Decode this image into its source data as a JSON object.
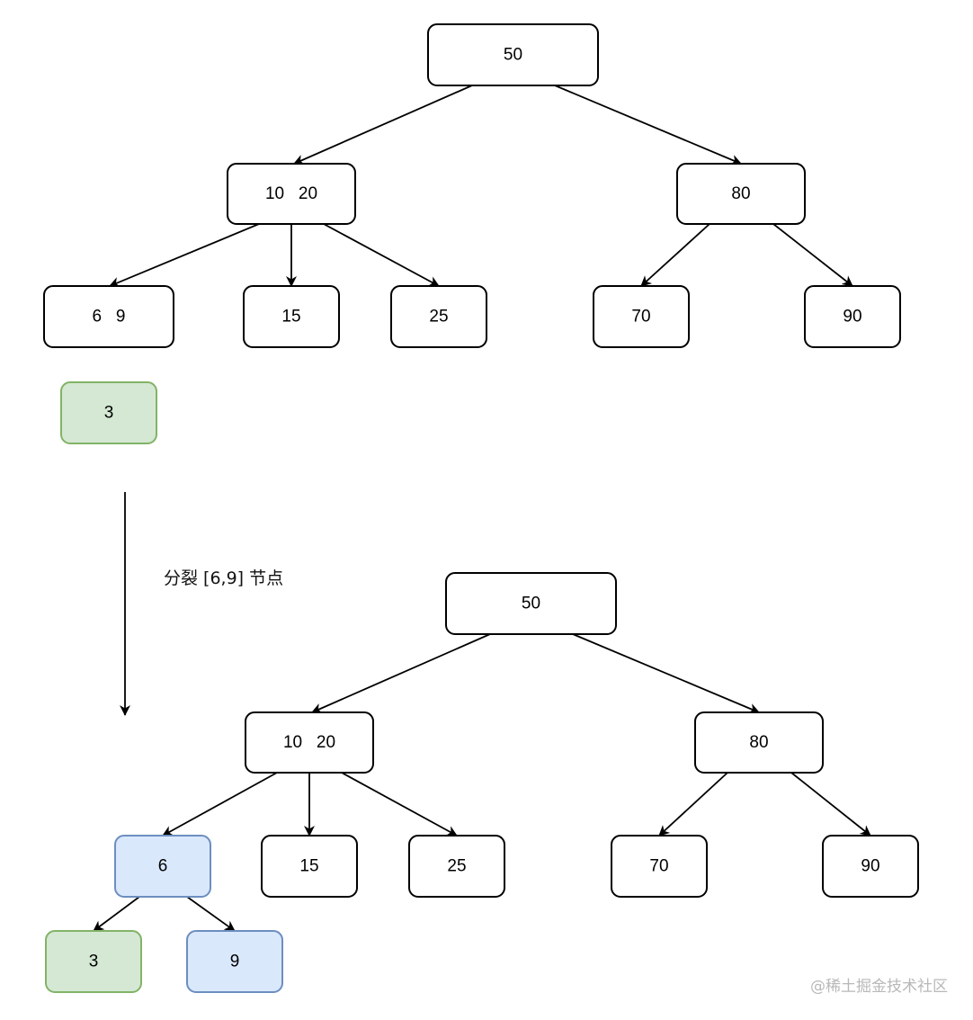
{
  "styles": {
    "default": {
      "fill": "#ffffff",
      "stroke": "#000000"
    },
    "inserted": {
      "fill": "#d5e8d4",
      "stroke": "#82b366"
    },
    "split": {
      "fill": "#dae8fc",
      "stroke": "#6c8ebf"
    }
  },
  "before_tree": {
    "nodes": [
      {
        "id": "b50",
        "label": "50",
        "style": "default"
      },
      {
        "id": "b1020",
        "label": "10   20",
        "style": "default"
      },
      {
        "id": "b80",
        "label": "80",
        "style": "default"
      },
      {
        "id": "b69",
        "label": "6   9",
        "style": "default"
      },
      {
        "id": "b15",
        "label": "15",
        "style": "default"
      },
      {
        "id": "b25",
        "label": "25",
        "style": "default"
      },
      {
        "id": "b70",
        "label": "70",
        "style": "default"
      },
      {
        "id": "b90",
        "label": "90",
        "style": "default"
      },
      {
        "id": "b3",
        "label": "3",
        "style": "inserted"
      }
    ],
    "edges": [
      {
        "from": "b50",
        "to": "b1020"
      },
      {
        "from": "b50",
        "to": "b80"
      },
      {
        "from": "b1020",
        "to": "b69"
      },
      {
        "from": "b1020",
        "to": "b15"
      },
      {
        "from": "b1020",
        "to": "b25"
      },
      {
        "from": "b80",
        "to": "b70"
      },
      {
        "from": "b80",
        "to": "b90"
      }
    ]
  },
  "transition": {
    "caption": "分裂 [6,9] 节点"
  },
  "after_tree": {
    "nodes": [
      {
        "id": "a50",
        "label": "50",
        "style": "default"
      },
      {
        "id": "a1020",
        "label": "10   20",
        "style": "default"
      },
      {
        "id": "a80",
        "label": "80",
        "style": "default"
      },
      {
        "id": "a6",
        "label": "6",
        "style": "split"
      },
      {
        "id": "a15",
        "label": "15",
        "style": "default"
      },
      {
        "id": "a25",
        "label": "25",
        "style": "default"
      },
      {
        "id": "a70",
        "label": "70",
        "style": "default"
      },
      {
        "id": "a90",
        "label": "90",
        "style": "default"
      },
      {
        "id": "a3",
        "label": "3",
        "style": "inserted"
      },
      {
        "id": "a9",
        "label": "9",
        "style": "split"
      }
    ],
    "edges": [
      {
        "from": "a50",
        "to": "a1020"
      },
      {
        "from": "a50",
        "to": "a80"
      },
      {
        "from": "a1020",
        "to": "a6"
      },
      {
        "from": "a1020",
        "to": "a15"
      },
      {
        "from": "a1020",
        "to": "a25"
      },
      {
        "from": "a80",
        "to": "a70"
      },
      {
        "from": "a80",
        "to": "a90"
      },
      {
        "from": "a6",
        "to": "a3"
      },
      {
        "from": "a6",
        "to": "a9"
      }
    ]
  },
  "watermark": "@稀土掘金技术社区"
}
